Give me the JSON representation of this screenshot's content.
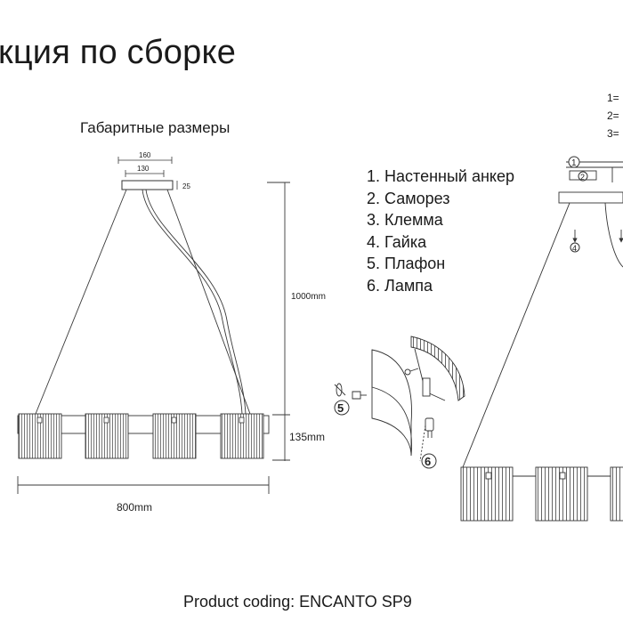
{
  "page": {
    "title": "кция по сборке",
    "subtitle": "Габаритные размеры",
    "footer": "Product coding: ENCANTO SP9"
  },
  "parts_list": [
    {
      "label": "1. Настенный анкер"
    },
    {
      "label": "2. Саморез"
    },
    {
      "label": "3. Клемма"
    },
    {
      "label": "4. Гайка"
    },
    {
      "label": "5. Плафон"
    },
    {
      "label": "6. Лампа"
    }
  ],
  "dimensions": {
    "canopy_outer": "160",
    "canopy_inner": "130",
    "canopy_height": "25",
    "suspension_height": "1000mm",
    "shade_height": "135mm",
    "total_width": "800mm"
  },
  "legend_right": [
    "1=",
    "2=",
    "3="
  ],
  "callouts": {
    "c1": "1",
    "c2": "2",
    "c4": "4",
    "c5": "5",
    "c6": "6"
  },
  "colors": {
    "line": "#3a3a3a",
    "text": "#1a1a1a"
  }
}
